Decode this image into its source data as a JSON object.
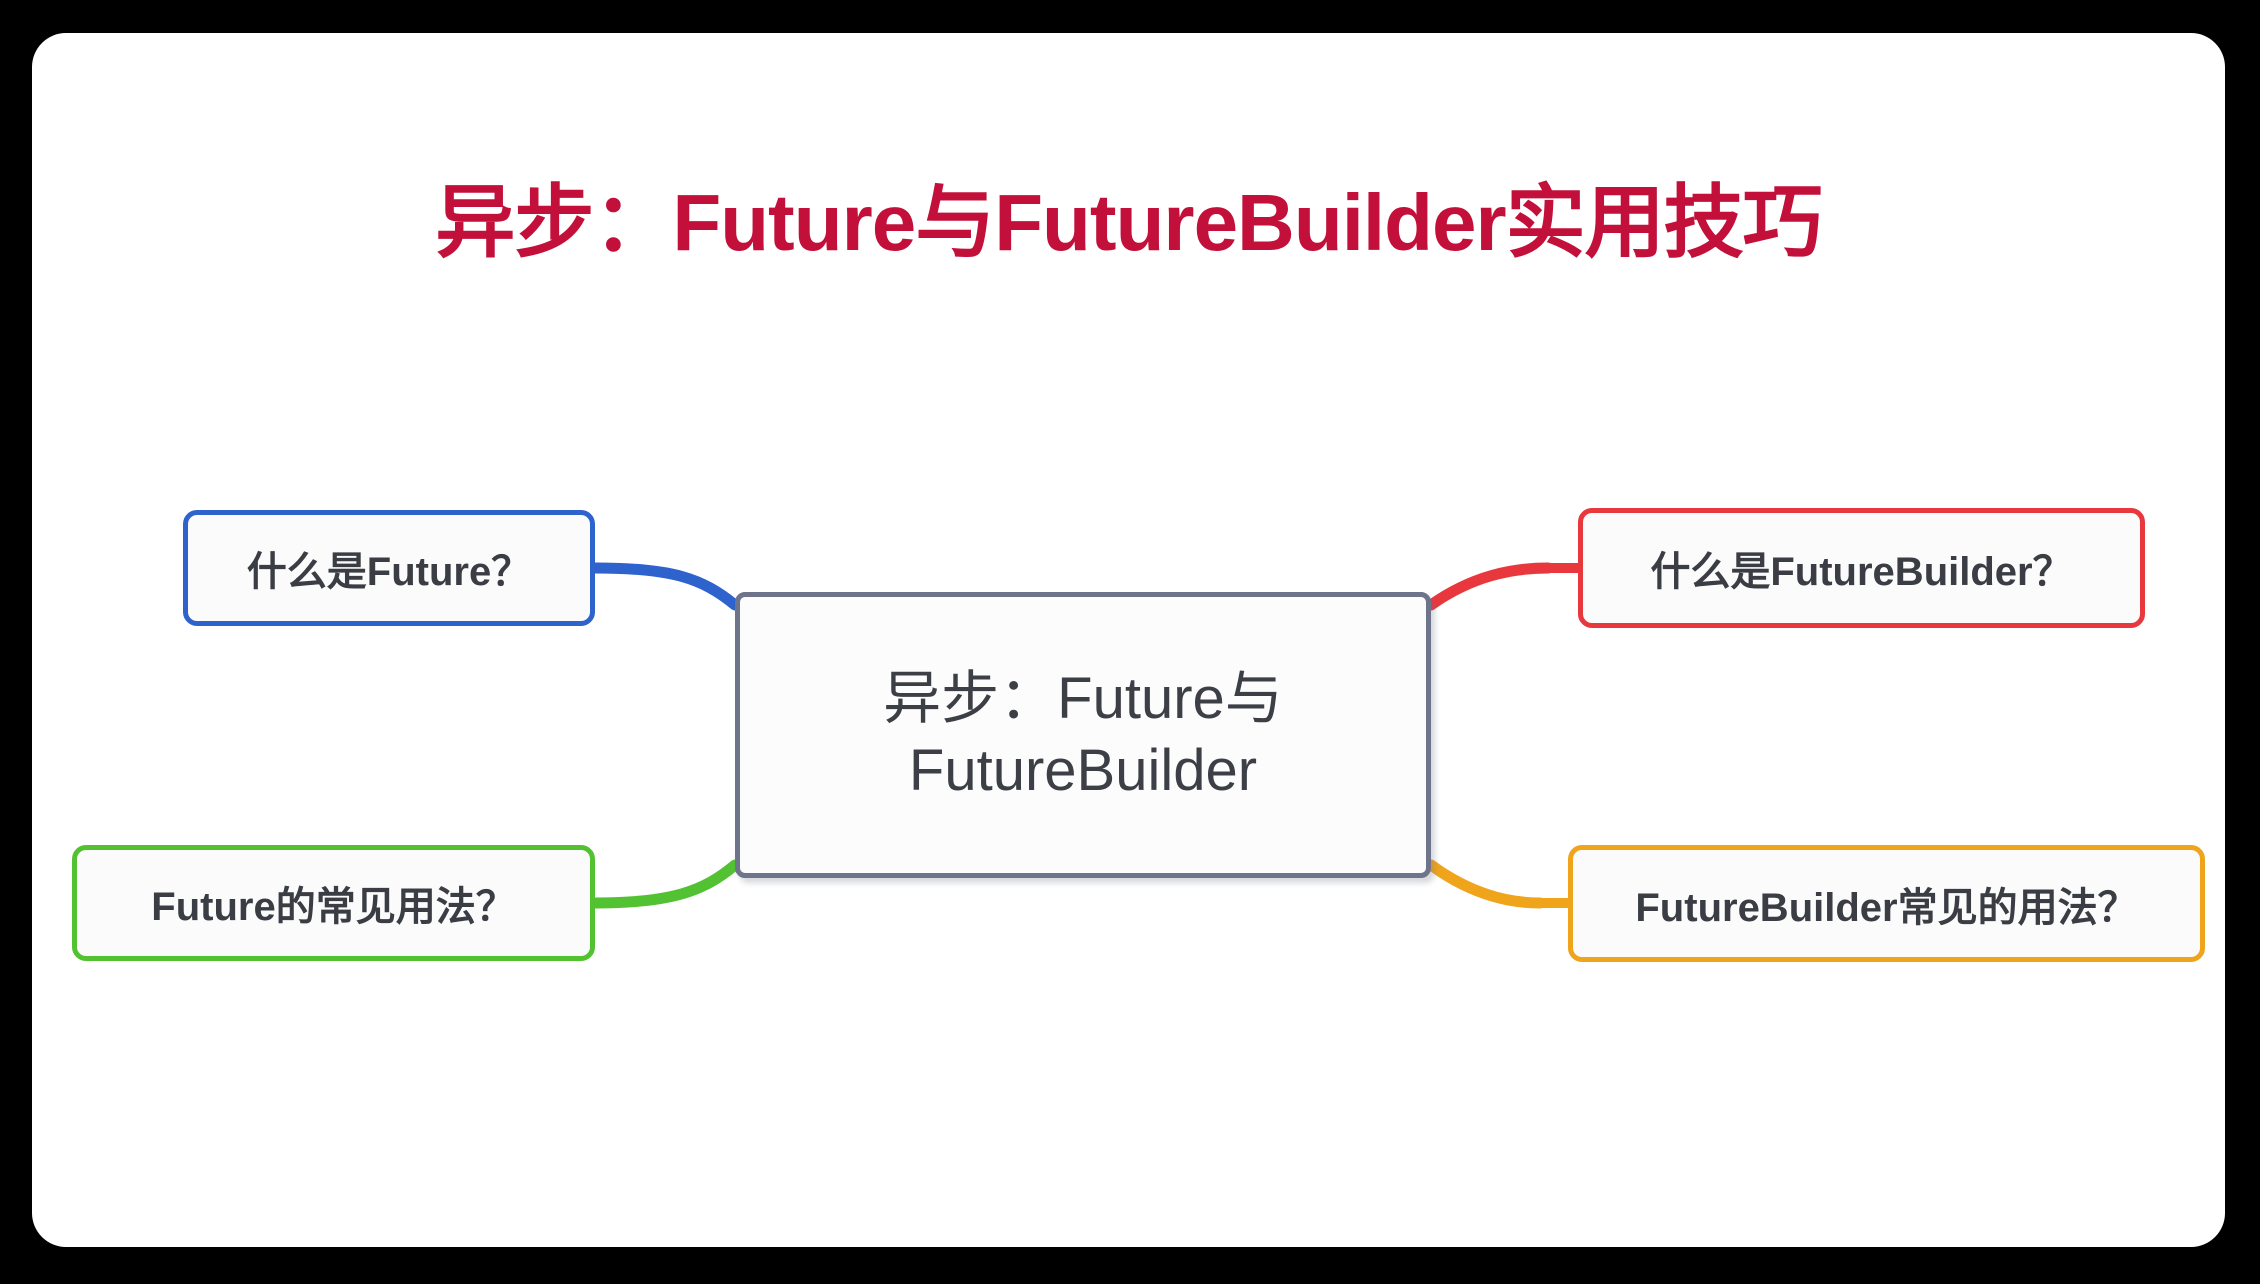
{
  "slide": {
    "title": "异步：Future与FutureBuilder实用技巧",
    "title_color": "#C2103A",
    "background_color": "#000000",
    "card_color": "#FFFFFF"
  },
  "mindmap": {
    "central": {
      "line1": "异步：Future与",
      "line2": "FutureBuilder",
      "border_color": "#6E7489",
      "text_color": "#3C3F45"
    },
    "branches": [
      {
        "id": "what-is-future",
        "label": "什么是Future？",
        "color": "#2E62CC",
        "position": "top-left"
      },
      {
        "id": "future-usage",
        "label": "Future的常见用法？",
        "color": "#52C233",
        "position": "bottom-left"
      },
      {
        "id": "what-is-futurebuilder",
        "label": "什么是FutureBuilder？",
        "color": "#E8383D",
        "position": "top-right"
      },
      {
        "id": "futurebuilder-usage",
        "label": "FutureBuilder常见的用法？",
        "color": "#EFA41C",
        "position": "bottom-right"
      }
    ]
  },
  "chart_data": {
    "type": "diagram",
    "diagram_type": "mindmap",
    "title": "异步：Future与FutureBuilder实用技巧",
    "root": "异步：Future与FutureBuilder",
    "nodes": [
      {
        "label": "什么是Future？",
        "parent": "异步：Future与FutureBuilder",
        "color": "#2E62CC"
      },
      {
        "label": "Future的常见用法？",
        "parent": "异步：Future与FutureBuilder",
        "color": "#52C233"
      },
      {
        "label": "什么是FutureBuilder？",
        "parent": "异步：Future与FutureBuilder",
        "color": "#E8383D"
      },
      {
        "label": "FutureBuilder常见的用法？",
        "parent": "异步：Future与FutureBuilder",
        "color": "#EFA41C"
      }
    ],
    "edges": [
      {
        "from": "异步：Future与FutureBuilder",
        "to": "什么是Future？",
        "color": "#2E62CC"
      },
      {
        "from": "异步：Future与FutureBuilder",
        "to": "Future的常见用法？",
        "color": "#52C233"
      },
      {
        "from": "异步：Future与FutureBuilder",
        "to": "什么是FutureBuilder？",
        "color": "#E8383D"
      },
      {
        "from": "异步：Future与FutureBuilder",
        "to": "FutureBuilder常见的用法？",
        "color": "#EFA41C"
      }
    ]
  }
}
